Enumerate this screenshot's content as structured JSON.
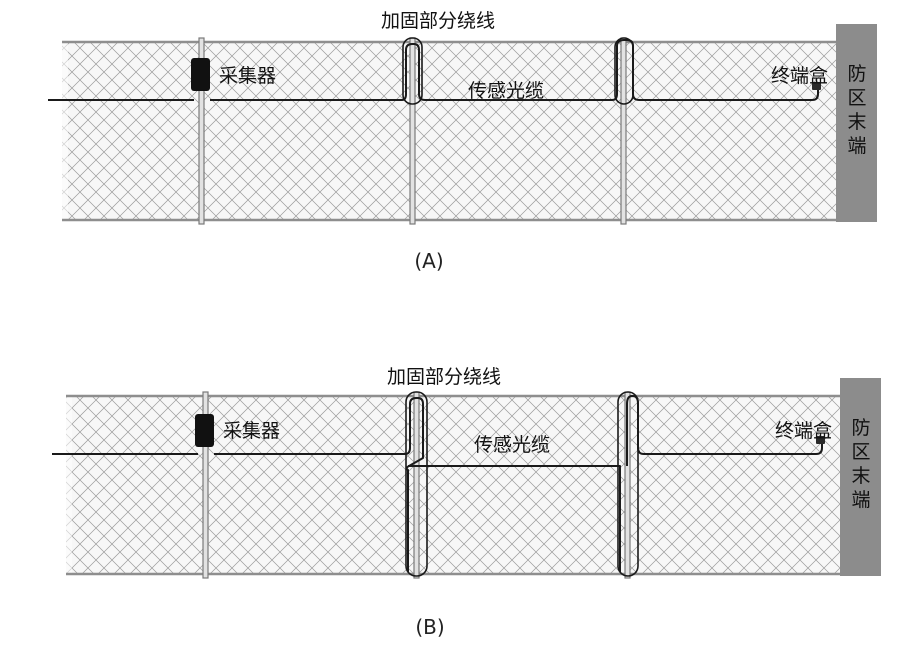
{
  "colors": {
    "mesh_line": "#9a9a9a",
    "mesh_fill": "#f7f7f7",
    "cable": "#1a1a1a",
    "end_wall": "#8c8c8c",
    "collector": "#111111"
  },
  "diagram_a": {
    "reinforced_label": "加固部分绕线",
    "collector_label": "采集器",
    "cable_label": "传感光缆",
    "terminal_box_label": "终端盒",
    "zone_end_label": "防区末端",
    "caption": "(A)"
  },
  "diagram_b": {
    "reinforced_label": "加固部分绕线",
    "collector_label": "采集器",
    "cable_label": "传感光缆",
    "terminal_box_label": "终端盒",
    "zone_end_label": "防区末端",
    "caption": "(B)"
  }
}
